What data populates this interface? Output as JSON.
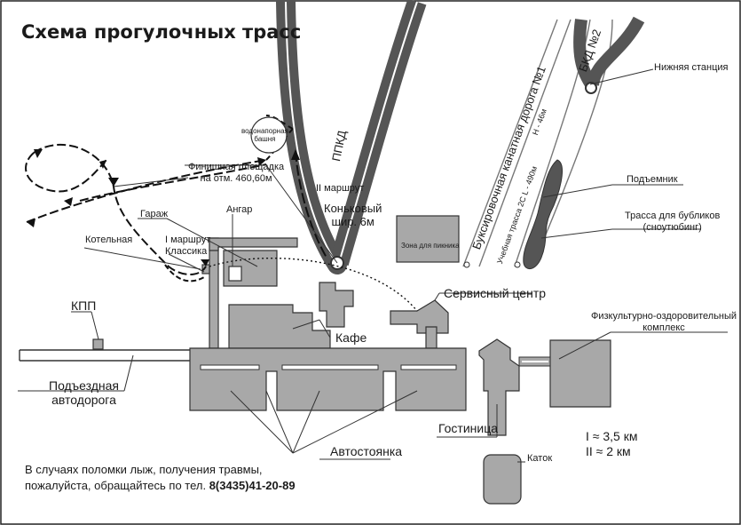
{
  "title": "Схема прогулочных трасс",
  "labels": {
    "water_tower": "водонапорная\nбашня",
    "finish_area": "Финишная площадка\nна отм. 460,60м",
    "route2": "II маршрут",
    "skating": "Коньковый\nшир. 6м",
    "garage": "Гараж",
    "hangar": "Ангар",
    "boiler": "Котельная",
    "route1": "I маршрут\nКлассика",
    "kpp": "КПП",
    "access_road": "Подъездная\nавтодорога",
    "cafe": "Кафе",
    "service_center": "Сервисный центр",
    "picnic": "Зона для пикника",
    "ppkd": "ППКД",
    "bkd2": "БКД №2",
    "lower_station": "Нижняя станция",
    "cable_road": "Буксировочная канатная дорога №1",
    "training_slope": "Учебная трасса 2С  L - 490м",
    "h46": "H - 46м",
    "lift": "Подъемник",
    "tubing": "Трасса для бубликов\n(сноутюбинг)",
    "fitness": "Физкультурно-оздоровительный\nкомплекс",
    "hotel": "Гостиница",
    "parking": "Автостоянка",
    "rink": "Каток"
  },
  "legend": {
    "route1": "I ≈ 3,5 км",
    "route2": "II ≈ 2 км"
  },
  "notice": {
    "text": "В случаях поломки лыж, получения травмы,\nпожалуйста, обращайтесь по тел. ",
    "phone": "8(3435)41-20-89"
  },
  "colors": {
    "building_fill": "#a8a8a8",
    "building_stroke": "#333333",
    "slope_fill": "#555555",
    "ink": "#1a1a1a"
  }
}
